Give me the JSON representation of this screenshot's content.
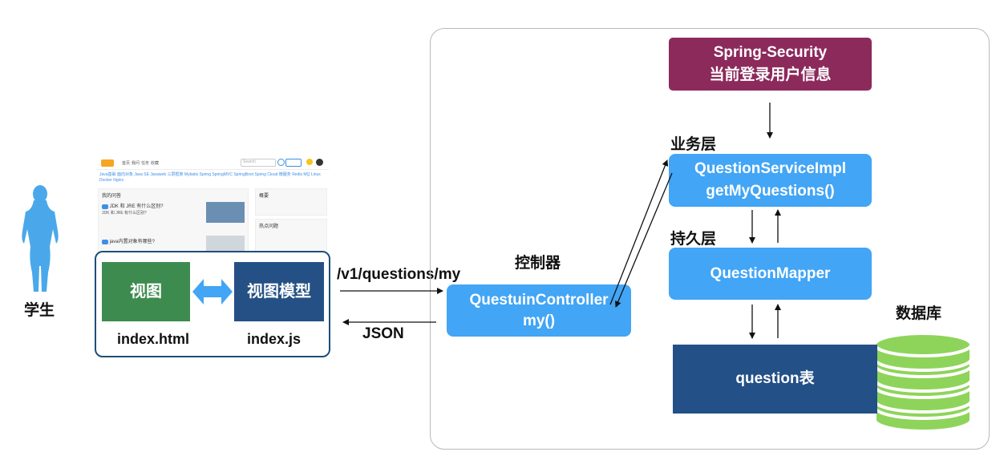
{
  "student": {
    "label": "学生"
  },
  "screenshot": {
    "logo": "",
    "nav": [
      "首页",
      "我问",
      "任务",
      "收藏"
    ],
    "search_placeholder": "Search",
    "tags": [
      "Java基础",
      "面向对象",
      "Java SE",
      "Javaweb",
      "三层框架",
      "Mybatis",
      "Spring",
      "SpringMVC",
      "SpringBoot",
      "Spring Cloud",
      "微服务",
      "Redis",
      "MQ",
      "Linux",
      "Docker",
      "Nginx"
    ],
    "my_questions_header": "我的问答",
    "q1_title": "JDK 和 JRE 有什么区别?",
    "q1_sub": "JDK 和 JRE 有什么区别?",
    "q2_title": "java内置对象有哪些?",
    "side_header": "概要",
    "hot_header": "热点问题"
  },
  "client": {
    "view": {
      "label": "视图",
      "file": "index.html"
    },
    "viewmodel": {
      "label": "视图模型",
      "file": "index.js"
    }
  },
  "http": {
    "request": "/v1/questions/my",
    "response": "JSON"
  },
  "controller": {
    "layer_label": "控制器",
    "name": "QuestuinController",
    "method": "my()"
  },
  "security": {
    "line1": "Spring-Security",
    "line2": "当前登录用户信息"
  },
  "service": {
    "layer_label": "业务层",
    "name": "QuestionServiceImpl",
    "method": "getMyQuestions()"
  },
  "persistence": {
    "layer_label": "持久层",
    "name": "QuestionMapper"
  },
  "database": {
    "label": "数据库",
    "table": "question表"
  },
  "colors": {
    "view_green": "#3d8b4f",
    "viewmodel_navy": "#245085",
    "blue_box": "#42a5f5",
    "security_purple": "#8c2a5c",
    "table_navy": "#235086",
    "db_green": "#8ed45a",
    "student_blue": "#4aa8ea",
    "frame_border": "#1f4e79"
  }
}
